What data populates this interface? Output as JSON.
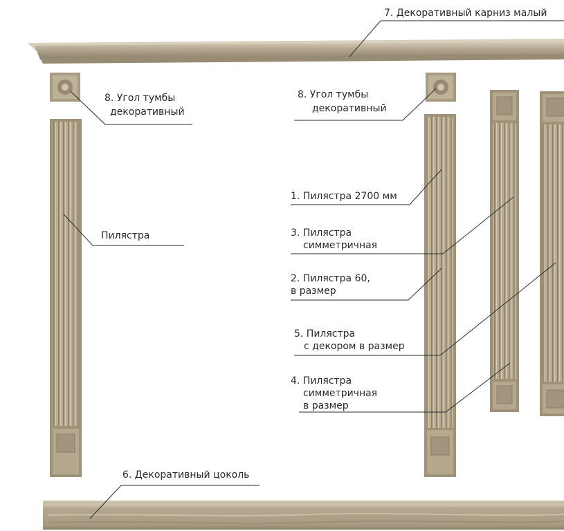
{
  "labels": {
    "cornice": "7. Декоративный карниз малый",
    "corner_left_line1": "8. Угол тумбы",
    "corner_left_line2": "декоративный",
    "corner_right_line1": "8. Угол тумбы",
    "corner_right_line2": "декоративный",
    "pilaster_left": "Пилястра",
    "pilaster_2700": "1. Пилястра 2700 мм",
    "sym_line1": "3. Пилястра",
    "sym_line2": "симметричная",
    "p60_line1": "2. Пилястра 60,",
    "p60_line2": "в размер",
    "decor_line1": "5. Пилястра",
    "decor_line2": "с декором в размер",
    "symsize_line1": "4. Пилястра",
    "symsize_line2": "симметричная",
    "symsize_line3": "в размер",
    "plinth": "6. Декоративный цоколь"
  },
  "colors": {
    "wood_light": "#c4b8a0",
    "wood_mid": "#a99c83",
    "wood_dark": "#857a66",
    "leader_line": "#2a2a2a",
    "text": "#2c2a26"
  }
}
